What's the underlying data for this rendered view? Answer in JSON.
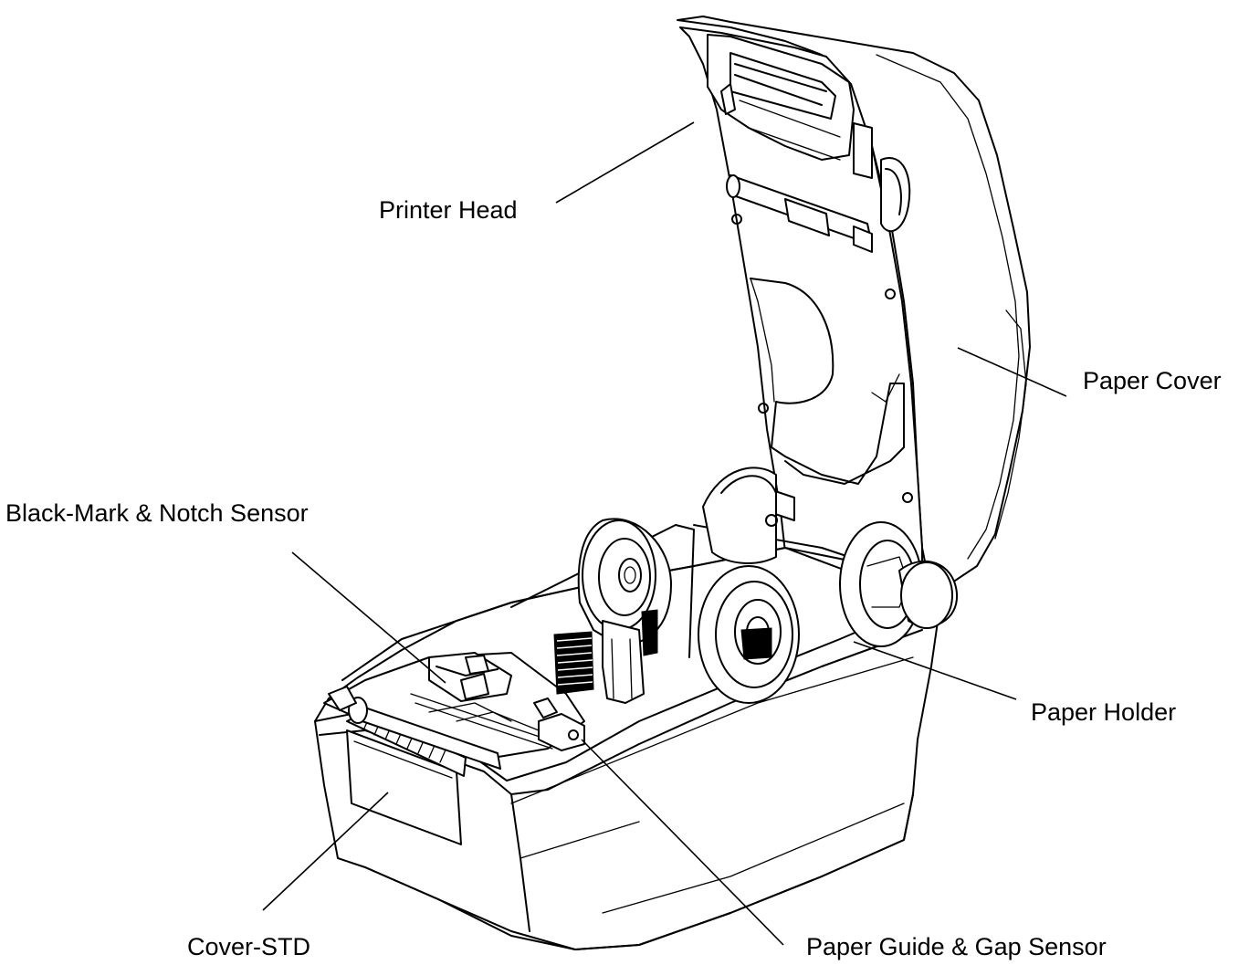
{
  "labels": {
    "printer_head": "Printer Head",
    "paper_cover": "Paper Cover",
    "black_mark_sensor": "Black-Mark & Notch Sensor",
    "paper_holder": "Paper Holder",
    "cover_std": "Cover-STD",
    "paper_guide_gap_sensor": "Paper Guide & Gap Sensor"
  }
}
